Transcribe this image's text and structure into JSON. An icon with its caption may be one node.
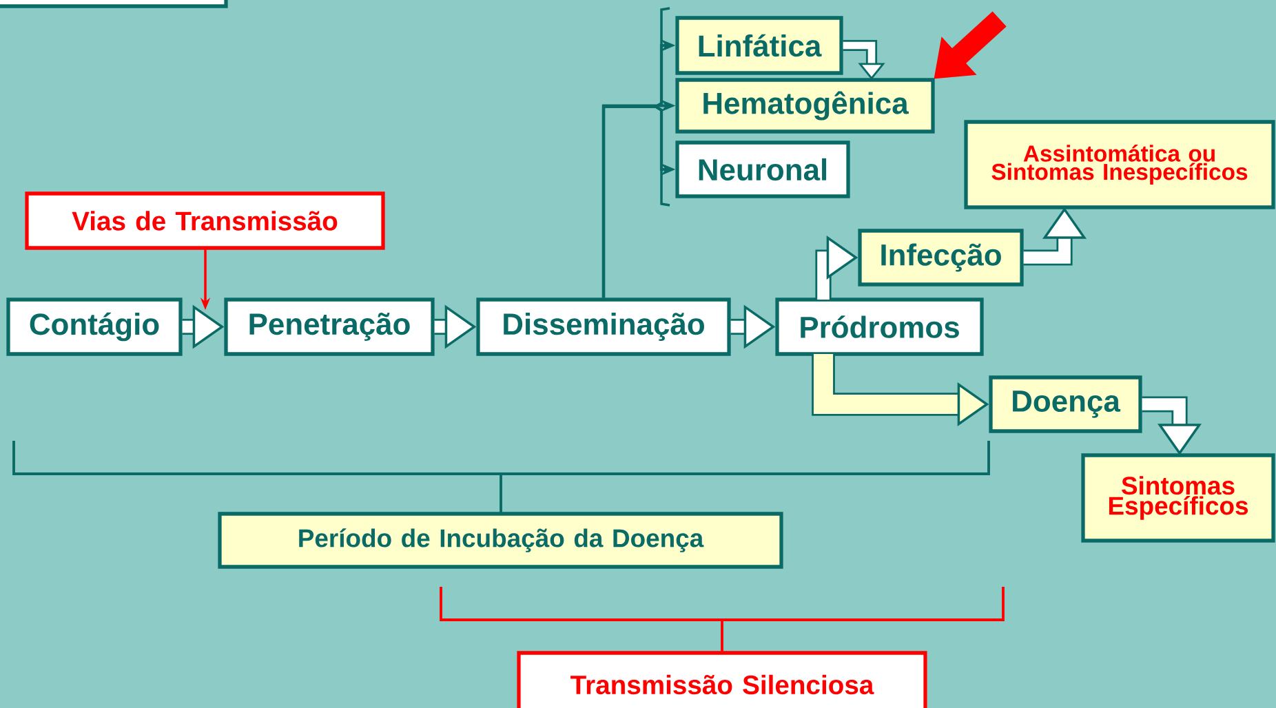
{
  "diagram": {
    "nodes": [
      {
        "text": [],
        "shape": "box"
      },
      {
        "text": [
          "Linfática"
        ]
      },
      {
        "text": [
          "Hematogênica"
        ]
      },
      {
        "text": [
          "Neuronal"
        ]
      },
      {
        "text": [
          "Assintomática ou Sintomas Inespecíficos"
        ]
      },
      {
        "text": [
          "Vias de Transmissão"
        ]
      },
      {
        "text": [
          "Infecção"
        ]
      },
      {
        "text": [
          "Contágio"
        ]
      },
      {
        "text": [
          "Penetração"
        ]
      },
      {
        "text": [
          "Disseminação"
        ]
      },
      {
        "text": [
          "Pródromos"
        ]
      },
      {
        "text": [
          "Doença"
        ]
      },
      {
        "text": [
          "Sintomas Específicos"
        ]
      },
      {
        "text": [
          "Período de Incubação da Doença"
        ]
      },
      {
        "text": [
          "Transmissão Silenciosa"
        ]
      }
    ],
    "edges": [
      {
        "from": 7,
        "to": 8,
        "arrow": "to"
      },
      {
        "from": 8,
        "to": 9,
        "arrow": "to"
      },
      {
        "from": 9,
        "to": 10,
        "arrow": "to"
      },
      {
        "from": 9,
        "to": 1,
        "arrow": "to"
      },
      {
        "from": 9,
        "to": 2,
        "arrow": "to"
      },
      {
        "from": 9,
        "to": 3,
        "arrow": "to"
      },
      {
        "from": 1,
        "to": 2,
        "arrow": "to"
      },
      {
        "from": null,
        "to": 2,
        "arrow": "to",
        "style": "thick",
        "color": "#ff0000"
      },
      {
        "from": 5,
        "to": null,
        "arrow": "to",
        "color": "#ff0000"
      },
      {
        "from": 10,
        "to": 6,
        "arrow": "to"
      },
      {
        "from": 6,
        "to": 4,
        "arrow": "to"
      },
      {
        "from": 10,
        "to": 11,
        "arrow": "to"
      },
      {
        "from": 11,
        "to": 12,
        "arrow": "to"
      }
    ]
  }
}
